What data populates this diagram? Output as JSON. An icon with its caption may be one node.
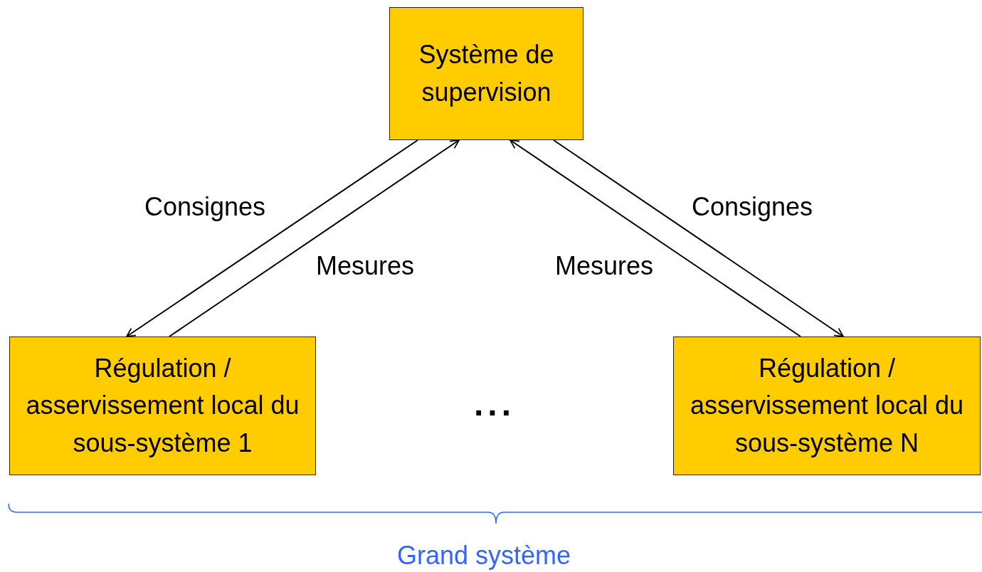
{
  "diagram": {
    "nodes": [
      {
        "text": [
          "Système de supervision"
        ]
      },
      {
        "text": [
          "Régulation / asservissement local du sous-système 1"
        ]
      },
      {
        "text": [
          "Régulation / asservissement local du sous-système N"
        ]
      }
    ],
    "edges": [
      {
        "from": 0,
        "to": 1,
        "arrow": "to",
        "label": "Consignes"
      },
      {
        "from": 1,
        "to": 0,
        "arrow": "to",
        "label": "Mesures"
      },
      {
        "from": 2,
        "to": 0,
        "arrow": "to",
        "label": "Mesures"
      },
      {
        "from": 0,
        "to": 2,
        "arrow": "to",
        "label": "Consignes"
      }
    ],
    "labels": [
      "...",
      "Grand système"
    ]
  }
}
